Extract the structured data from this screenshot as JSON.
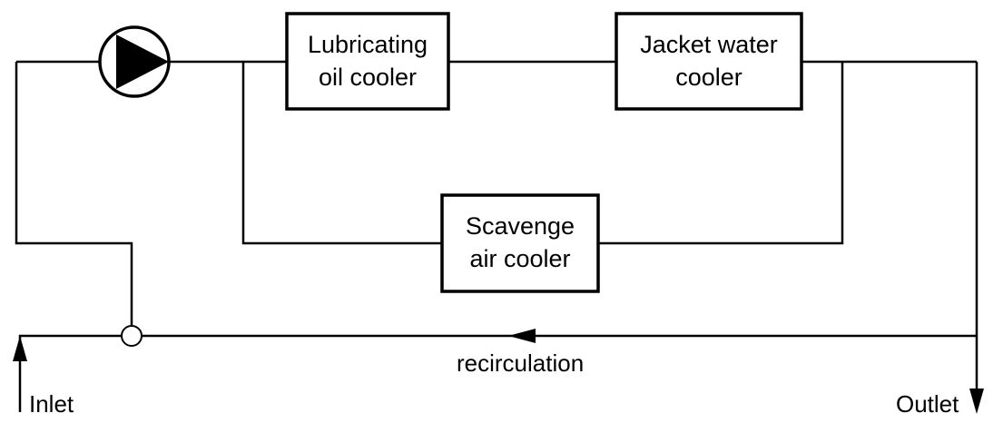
{
  "boxes": {
    "lubricating": {
      "line1": "Lubricating",
      "line2": "oil cooler"
    },
    "jacket": {
      "line1": "Jacket water",
      "line2": "cooler"
    },
    "scavenge": {
      "line1": "Scavenge",
      "line2": "air cooler"
    }
  },
  "labels": {
    "recirculation": "recirculation",
    "inlet": "Inlet",
    "outlet": "Outlet"
  }
}
